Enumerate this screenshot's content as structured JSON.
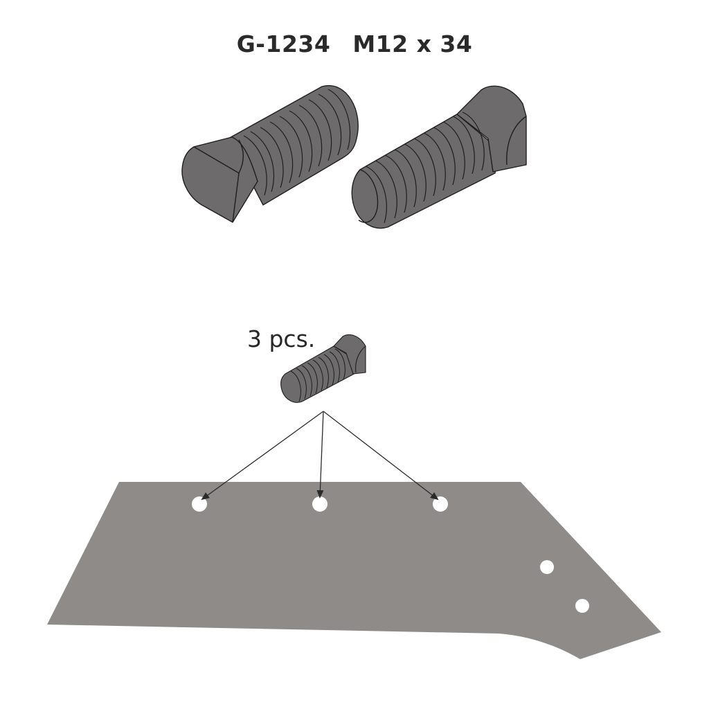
{
  "title": {
    "part_number": "G-1234",
    "bolt_size": "M12 x 34"
  },
  "quantity_label": "3 pcs.",
  "parts": {
    "bolt_views": [
      "bolt-view-left-head",
      "bolt-view-right-head"
    ],
    "bolt_small": "bolt-small-quantity",
    "plate": {
      "mounting_holes_indicated": 3,
      "extra_holes": 2
    }
  },
  "colors": {
    "bolt_fill": "#6d6b6c",
    "bolt_outline": "#1e1e1e",
    "plate_fill": "#8e8b89",
    "hole_fill": "#ffffff",
    "arrow": "#2a2a2a",
    "text": "#2a2a2a"
  }
}
